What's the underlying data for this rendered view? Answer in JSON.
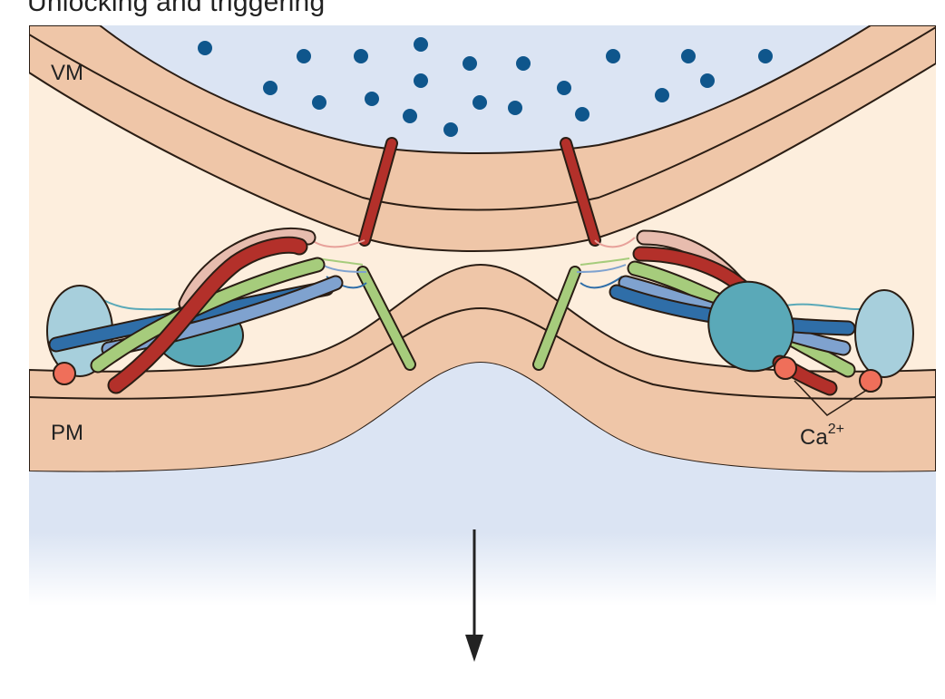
{
  "title": "Unlocking and triggering",
  "labels": {
    "vesicle_membrane": "VM",
    "plasma_membrane": "PM",
    "calcium": "Ca",
    "calcium_charge": "2+"
  },
  "colors": {
    "vesicle_lumen": "#dbe4f3",
    "cytosol": "#fdeedd",
    "membrane": "#efc6a8",
    "membrane_edge": "#2a1d14",
    "vesicle_dots": "#0f568c",
    "snare_red": "#b3302a",
    "snare_green": "#a6cc7c",
    "snare_blue": "#2f6ea8",
    "snare_lightblue": "#7fa2cf",
    "snare_pink": "#e7bcae",
    "synaptotagmin_teal": "#5aa9b8",
    "complexin_lightblue": "#a7cfdc",
    "calcium_ion": "#ef6f5a",
    "arrow": "#222222"
  }
}
